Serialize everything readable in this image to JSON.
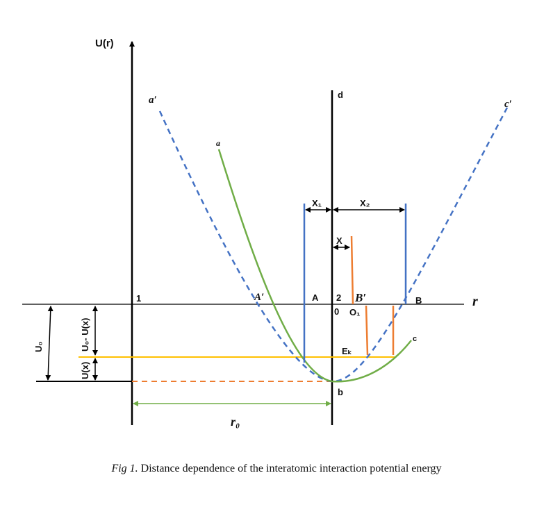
{
  "labels": {
    "y_axis": "U(r)",
    "x_axis": "r",
    "d": "d",
    "a_prime": "a′",
    "a": "a",
    "c_prime": "c′",
    "c": "c",
    "A_prime": "A′",
    "A": "A",
    "two": "2",
    "B_prime": "B′",
    "B": "B",
    "one": "1",
    "zero": "0",
    "O1": "O₁",
    "Ek": "Eₖ",
    "b": "b",
    "X1": "X₁",
    "X2": "X₂",
    "X": "X",
    "U0": "U₀",
    "U0_minus_Ux": "U₀- U(x)",
    "Ux": "U(x)",
    "r0": "r₀"
  },
  "caption": {
    "prefix": "Fig 1.",
    "text": " Distance dependence of the interatomic interaction potential energy"
  },
  "colors": {
    "blue": "#4472c4",
    "green": "#70ad47",
    "orange": "#ed7d31",
    "yellow": "#ffc000",
    "black": "#000000"
  }
}
